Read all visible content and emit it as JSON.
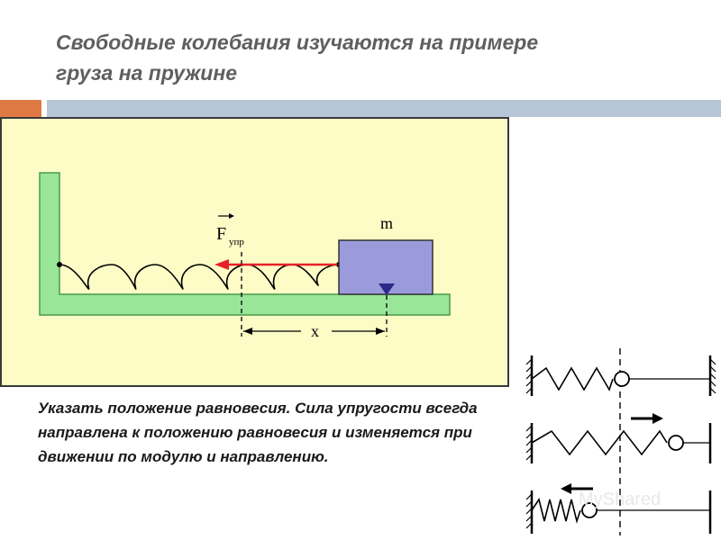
{
  "slide": {
    "title_lines": [
      "Свободные колебания изучаются на примере",
      "груза на пружине"
    ],
    "body_text": "Указать положение равновесия. Сила упругости всегда направлена к положению равновесия и изменяется при движении по модулю и направлению."
  },
  "figure": {
    "mass_label": "m",
    "force_label": "F",
    "force_subscript": "упр",
    "displacement_label": "x"
  },
  "watermark": "MyShared",
  "colors": {
    "panel_bg": "#fdfcc6",
    "stand_fill": "#99e699",
    "mass_fill": "#9b9bdc",
    "force_arrow": "#e8202a",
    "accent": "#e07a45",
    "rule": "#b7c6d6"
  }
}
